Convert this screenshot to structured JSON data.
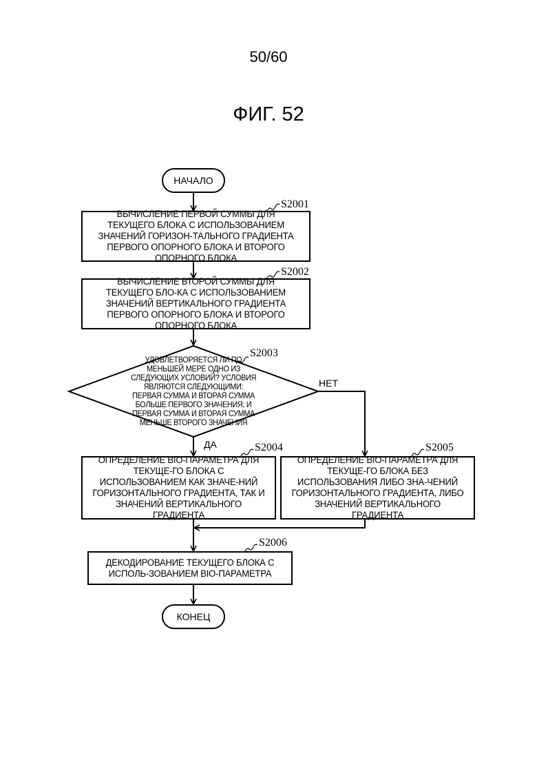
{
  "page_number": "50/60",
  "figure_title": "ФИГ. 52",
  "nodes": {
    "start": "НАЧАЛО",
    "s2001": {
      "step": "S2001",
      "text": "ВЫЧИСЛЕНИЕ ПЕРВОЙ СУММЫ ДЛЯ ТЕКУЩЕГО БЛОКА С ИСПОЛЬЗОВАНИЕМ ЗНАЧЕНИЙ ГОРИЗОН-ТАЛЬНОГО ГРАДИЕНТА ПЕРВОГО ОПОРНОГО БЛОКА И ВТОРОГО ОПОРНОГО БЛОКА"
    },
    "s2002": {
      "step": "S2002",
      "text": "ВЫЧИСЛЕНИЕ ВТОРОЙ СУММЫ ДЛЯ ТЕКУЩЕГО БЛО-КА С ИСПОЛЬЗОВАНИЕМ ЗНАЧЕНИЙ ВЕРТИКАЛЬНОГО ГРАДИЕНТА ПЕРВОГО ОПОРНОГО БЛОКА И ВТОРОГО ОПОРНОГО БЛОКА"
    },
    "s2003": {
      "step": "S2003",
      "text": "УДОВЛЕТВОРЯЕТСЯ ЛИ ПО МЕНЬШЕЙ МЕРЕ ОДНО ИЗ СЛЕДУЮЩИХ УСЛОВИЙ? УСЛОВИЯ ЯВЛЯЮТСЯ СЛЕДУЮЩИМИ: ПЕРВАЯ СУММА И ВТОРАЯ СУММА БОЛЬШЕ ПЕРВОГО ЗНАЧЕНИЯ; И ПЕРВАЯ СУММА И ВТОРАЯ СУММА МЕНЬШЕ ВТОРОГО ЗНАЧЕНИЯ"
    },
    "s2004": {
      "step": "S2004",
      "text": "ОПРЕДЕЛЕНИЕ BIO-ПАРАМЕТРА ДЛЯ ТЕКУЩЕ-ГО БЛОКА С ИСПОЛЬЗОВАНИЕМ КАК ЗНАЧЕ-НИЙ ГОРИЗОНТАЛЬНОГО ГРАДИЕНТА, ТАК И ЗНАЧЕНИЙ ВЕРТИКАЛЬНОГО ГРАДИЕНТА"
    },
    "s2005": {
      "step": "S2005",
      "text": "ОПРЕДЕЛЕНИЕ BIO-ПАРАМЕТРА ДЛЯ ТЕКУЩЕ-ГО БЛОКА БЕЗ ИСПОЛЬЗОВАНИЯ ЛИБО ЗНА-ЧЕНИЙ ГОРИЗОНТАЛЬНОГО ГРАДИЕНТА, ЛИБО ЗНАЧЕНИЙ ВЕРТИКАЛЬНОГО ГРАДИЕНТА"
    },
    "s2006": {
      "step": "S2006",
      "text": "ДЕКОДИРОВАНИЕ ТЕКУЩЕГО БЛОКА С ИСПОЛЬ-ЗОВАНИЕМ BIO-ПАРАМЕТРА"
    },
    "end": "КОНЕЦ"
  },
  "branches": {
    "no": "НЕТ",
    "yes": "ДА"
  }
}
